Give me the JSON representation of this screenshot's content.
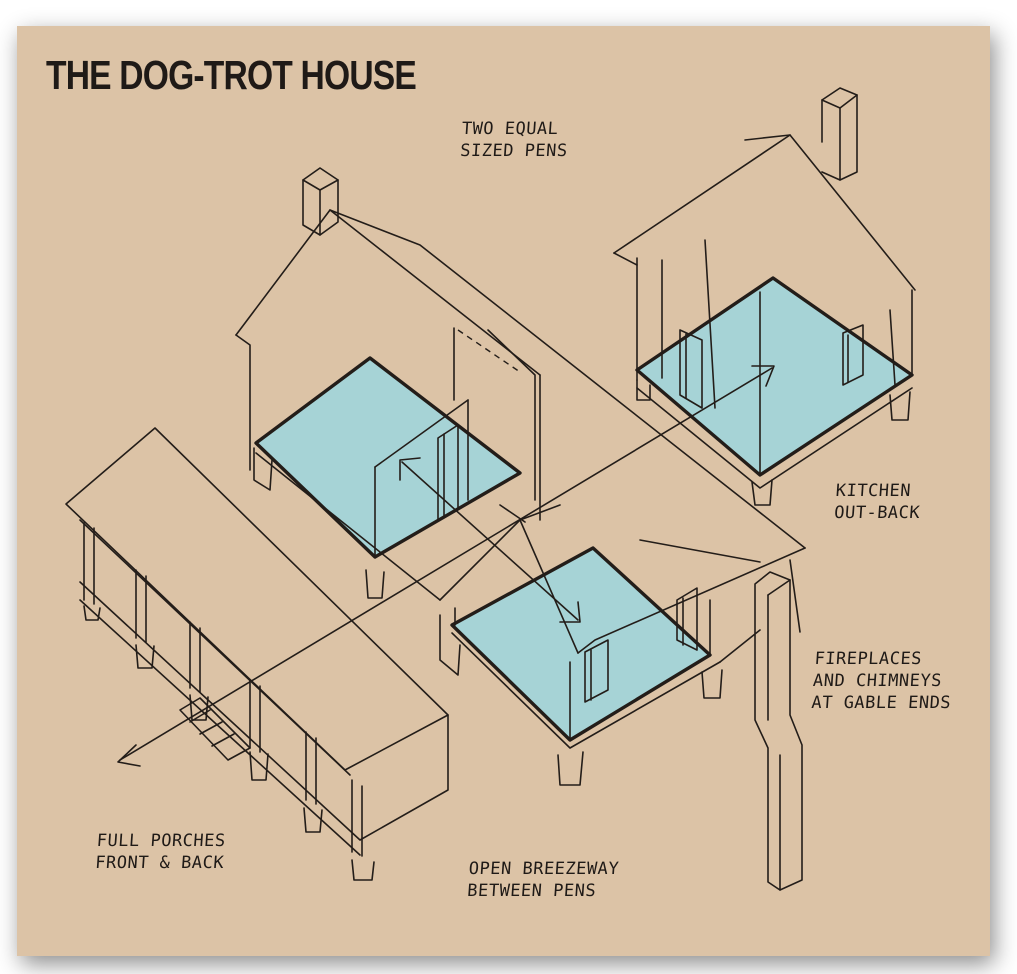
{
  "title": "THE DOG-TROT HOUSE",
  "annotations": {
    "pens": [
      "TWO EQUAL",
      "SIZED PENS"
    ],
    "kitchen": [
      "KITCHEN",
      "OUT-BACK"
    ],
    "chimneys": [
      "FIREPLACES",
      "AND CHIMNEYS",
      "AT GABLE ENDS"
    ],
    "porches": [
      "FULL PORCHES",
      "FRONT & BACK"
    ],
    "breezeway": [
      "OPEN BREEZEWAY",
      "BETWEEN PENS"
    ]
  },
  "colors": {
    "paper": "#dcc3a6",
    "floor_fill": "#a6d3d6",
    "ink": "#231d19"
  }
}
